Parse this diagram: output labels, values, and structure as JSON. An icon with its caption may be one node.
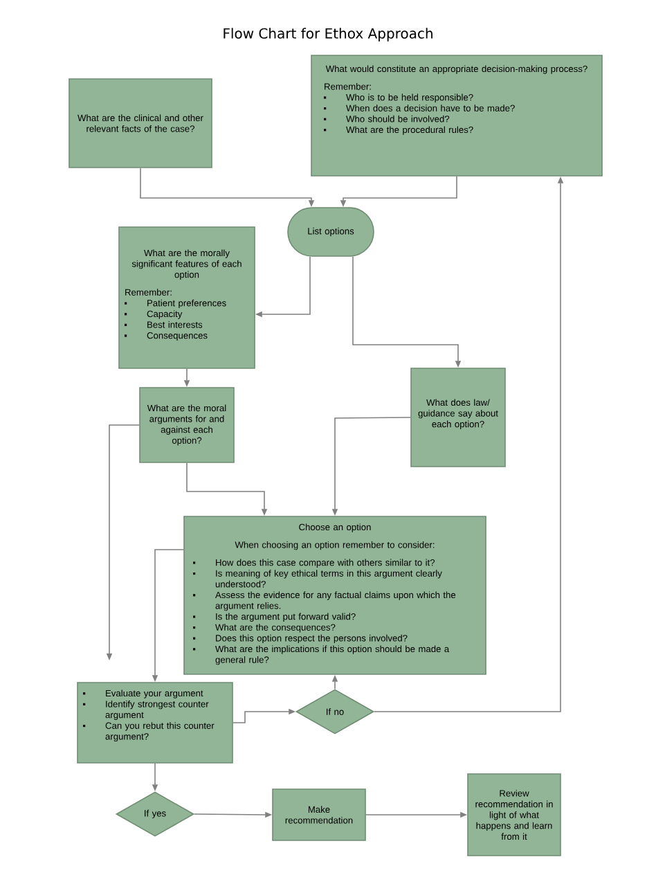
{
  "diagram": {
    "title": "Flow Chart for Ethox Approach",
    "nodes": [
      {
        "text": [
          "What are the clinical and other relevant facts of the case?"
        ]
      },
      {
        "text": [
          "What would constitute an appropriate decision-making process?",
          "Remember:",
          "Who is to be held responsible?",
          "When does a decision have to be made?",
          "Who should be involved?",
          "What are the procedural rules?"
        ]
      },
      {
        "text": [
          "List options"
        ]
      },
      {
        "text": [
          "What are the morally significant features of each option",
          "Remember:",
          "Patient preferences",
          "Capacity",
          "Best interests",
          "Consequences"
        ]
      },
      {
        "text": [
          "What are the moral arguments for and against each option?"
        ]
      },
      {
        "text": [
          "What does law/ guidance say about each option?"
        ]
      },
      {
        "text": [
          "Choose an option",
          "When choosing an option remember to consider:",
          "How does this case compare with others similar to it?",
          "Is meaning of key ethical terms in this argument clearly understood?",
          "Assess the evidence for any factual claims upon which the argument relies.",
          "Is the argument put forward valid?",
          "What are the consequences?",
          "Does this option respect the persons involved?",
          "What are the implications if this option should be made a general rule?"
        ]
      },
      {
        "text": [
          "Evaluate your argument",
          "Identify strongest counter argument",
          "Can you rebut this counter argument?"
        ]
      },
      {
        "text": [
          "If no"
        ]
      },
      {
        "text": [
          "If yes"
        ]
      },
      {
        "text": [
          "Make recommendation"
        ]
      },
      {
        "text": [
          "Review recommendation in light of what happens and learn from it"
        ]
      }
    ],
    "edges": [
      {
        "from": 0,
        "to": 2,
        "arrow": "to"
      },
      {
        "from": 1,
        "to": 2,
        "arrow": "to"
      },
      {
        "from": 2,
        "to": 3,
        "arrow": "to"
      },
      {
        "from": 2,
        "to": 5,
        "arrow": "to"
      },
      {
        "from": 3,
        "to": 4,
        "arrow": "to"
      },
      {
        "from": 4,
        "to": null,
        "arrow": "to"
      },
      {
        "from": 4,
        "to": 6,
        "arrow": "to"
      },
      {
        "from": 5,
        "to": 6,
        "arrow": "to"
      },
      {
        "from": 6,
        "to": 7,
        "arrow": "to"
      },
      {
        "from": 7,
        "to": 8,
        "arrow": "to"
      },
      {
        "from": 8,
        "to": 6,
        "arrow": "to"
      },
      {
        "from": 8,
        "to": 1,
        "arrow": "to"
      },
      {
        "from": 7,
        "to": 9,
        "arrow": "to"
      },
      {
        "from": 9,
        "to": 10,
        "arrow": "to"
      },
      {
        "from": 10,
        "to": 11,
        "arrow": "to"
      }
    ]
  }
}
